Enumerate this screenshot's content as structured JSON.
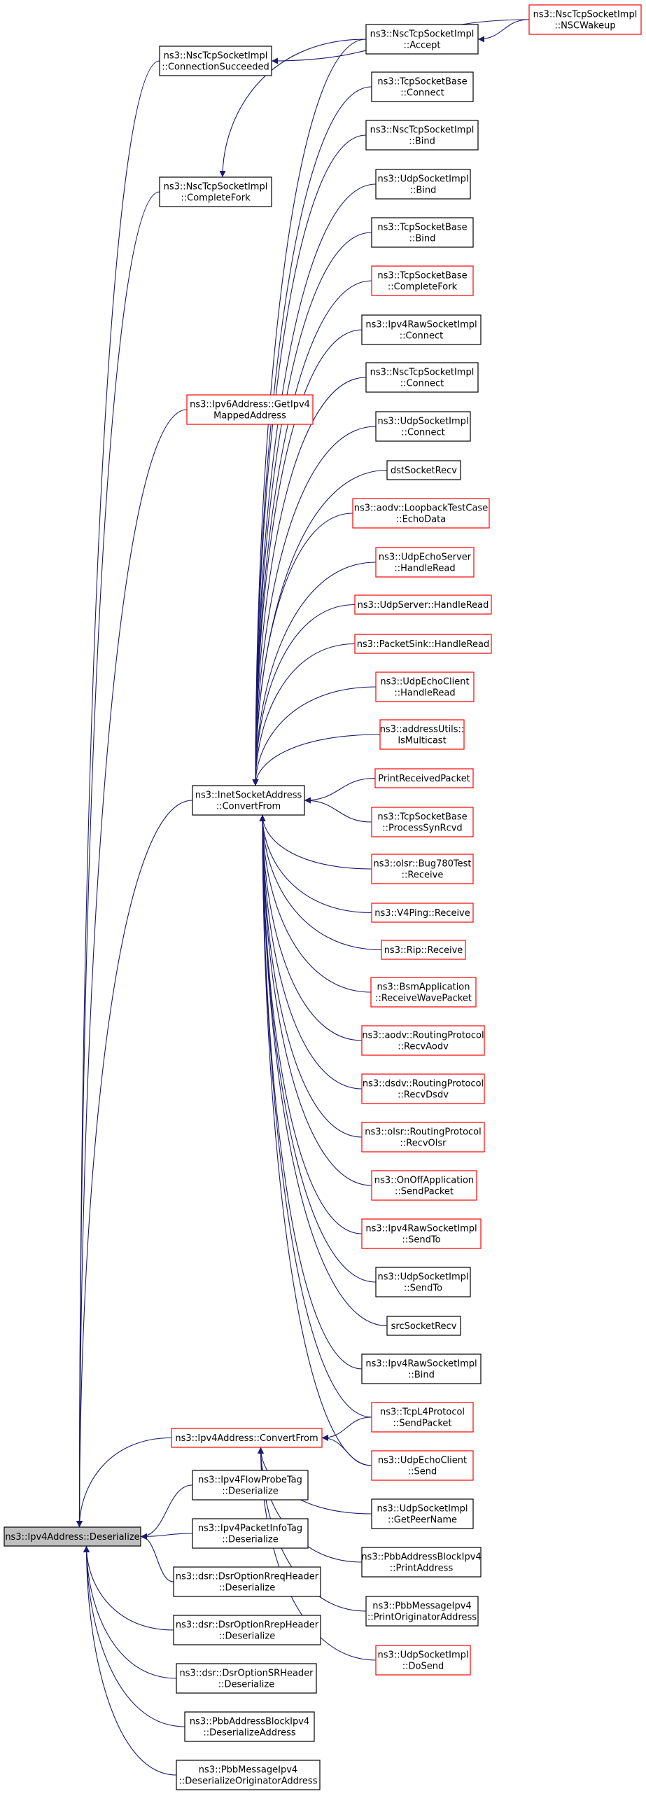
{
  "colors": {
    "edge": "#191970",
    "border_default": "#000000",
    "border_red": "#ff0000",
    "root_fill": "#bfbfbf",
    "node_fill": "#ffffff"
  },
  "nodes": [
    {
      "id": "root",
      "lines": [
        "ns3::Ipv4Address::Deserialize"
      ],
      "style": "root"
    },
    {
      "id": "nsc_wakeup",
      "lines": [
        "ns3::NscTcpSocketImpl",
        "::NSCWakeup"
      ],
      "style": "red"
    },
    {
      "id": "nsc_connsucc",
      "lines": [
        "ns3::NscTcpSocketImpl",
        "::ConnectionSucceeded"
      ],
      "style": "black"
    },
    {
      "id": "nsc_accept",
      "lines": [
        "ns3::NscTcpSocketImpl",
        "::Accept"
      ],
      "style": "black"
    },
    {
      "id": "tcp_connect",
      "lines": [
        "ns3::TcpSocketBase",
        "::Connect"
      ],
      "style": "black"
    },
    {
      "id": "nsc_bind",
      "lines": [
        "ns3::NscTcpSocketImpl",
        "::Bind"
      ],
      "style": "black"
    },
    {
      "id": "nsc_completefork",
      "lines": [
        "ns3::NscTcpSocketImpl",
        "::CompleteFork"
      ],
      "style": "black"
    },
    {
      "id": "udp_bind",
      "lines": [
        "ns3::UdpSocketImpl",
        "::Bind"
      ],
      "style": "black"
    },
    {
      "id": "tcp_bind",
      "lines": [
        "ns3::TcpSocketBase",
        "::Bind"
      ],
      "style": "black"
    },
    {
      "id": "tcp_completefork",
      "lines": [
        "ns3::TcpSocketBase",
        "::CompleteFork"
      ],
      "style": "red"
    },
    {
      "id": "ipv4raw_connect",
      "lines": [
        "ns3::Ipv4RawSocketImpl",
        "::Connect"
      ],
      "style": "black"
    },
    {
      "id": "nsc_connect",
      "lines": [
        "ns3::NscTcpSocketImpl",
        "::Connect"
      ],
      "style": "black"
    },
    {
      "id": "ipv6_getipv4",
      "lines": [
        "ns3::Ipv6Address::GetIpv4",
        "MappedAddress"
      ],
      "style": "red"
    },
    {
      "id": "udp_connect",
      "lines": [
        "ns3::UdpSocketImpl",
        "::Connect"
      ],
      "style": "black"
    },
    {
      "id": "dst_socketrecv",
      "lines": [
        "dstSocketRecv"
      ],
      "style": "black"
    },
    {
      "id": "aodv_echodata",
      "lines": [
        "ns3::aodv::LoopbackTestCase",
        "::EchoData"
      ],
      "style": "red"
    },
    {
      "id": "udpechoserver_read",
      "lines": [
        "ns3::UdpEchoServer",
        "::HandleRead"
      ],
      "style": "red"
    },
    {
      "id": "udpserver_read",
      "lines": [
        "ns3::UdpServer::HandleRead"
      ],
      "style": "red"
    },
    {
      "id": "packetsink_read",
      "lines": [
        "ns3::PacketSink::HandleRead"
      ],
      "style": "red"
    },
    {
      "id": "udpechoclient_read",
      "lines": [
        "ns3::UdpEchoClient",
        "::HandleRead"
      ],
      "style": "red"
    },
    {
      "id": "addressutils",
      "lines": [
        "ns3::addressUtils::",
        "IsMulticast"
      ],
      "style": "red"
    },
    {
      "id": "inet_convertfrom",
      "lines": [
        "ns3::InetSocketAddress",
        "::ConvertFrom"
      ],
      "style": "black"
    },
    {
      "id": "printreceived",
      "lines": [
        "PrintReceivedPacket"
      ],
      "style": "red"
    },
    {
      "id": "tcp_processsyn",
      "lines": [
        "ns3::TcpSocketBase",
        "::ProcessSynRcvd"
      ],
      "style": "red"
    },
    {
      "id": "olsr_bug780",
      "lines": [
        "ns3::olsr::Bug780Test",
        "::Receive"
      ],
      "style": "red"
    },
    {
      "id": "v4ping",
      "lines": [
        "ns3::V4Ping::Receive"
      ],
      "style": "red"
    },
    {
      "id": "rip_receive",
      "lines": [
        "ns3::Rip::Receive"
      ],
      "style": "red"
    },
    {
      "id": "bsm_app",
      "lines": [
        "ns3::BsmApplication",
        "::ReceiveWavePacket"
      ],
      "style": "red"
    },
    {
      "id": "aodv_recv",
      "lines": [
        "ns3::aodv::RoutingProtocol",
        "::RecvAodv"
      ],
      "style": "red"
    },
    {
      "id": "dsdv_recv",
      "lines": [
        "ns3::dsdv::RoutingProtocol",
        "::RecvDsdv"
      ],
      "style": "red"
    },
    {
      "id": "olsr_recv",
      "lines": [
        "ns3::olsr::RoutingProtocol",
        "::RecvOlsr"
      ],
      "style": "red"
    },
    {
      "id": "onoff_send",
      "lines": [
        "ns3::OnOffApplication",
        "::SendPacket"
      ],
      "style": "red"
    },
    {
      "id": "ipv4raw_sendto",
      "lines": [
        "ns3::Ipv4RawSocketImpl",
        "::SendTo"
      ],
      "style": "red"
    },
    {
      "id": "udp_sendto",
      "lines": [
        "ns3::UdpSocketImpl",
        "::SendTo"
      ],
      "style": "black"
    },
    {
      "id": "src_socketrecv",
      "lines": [
        "srcSocketRecv"
      ],
      "style": "black"
    },
    {
      "id": "ipv4raw_bind",
      "lines": [
        "ns3::Ipv4RawSocketImpl",
        "::Bind"
      ],
      "style": "black"
    },
    {
      "id": "tcpl4_send",
      "lines": [
        "ns3::TcpL4Protocol",
        "::SendPacket"
      ],
      "style": "red"
    },
    {
      "id": "ipv4addr_convertfrom",
      "lines": [
        "ns3::Ipv4Address::ConvertFrom"
      ],
      "style": "red"
    },
    {
      "id": "udpechoclient_send",
      "lines": [
        "ns3::UdpEchoClient",
        "::Send"
      ],
      "style": "red"
    },
    {
      "id": "ipv4flowprobe",
      "lines": [
        "ns3::Ipv4FlowProbeTag",
        "::Deserialize"
      ],
      "style": "black"
    },
    {
      "id": "udp_getpeername",
      "lines": [
        "ns3::UdpSocketImpl",
        "::GetPeerName"
      ],
      "style": "black"
    },
    {
      "id": "ipv4packetinfo",
      "lines": [
        "ns3::Ipv4PacketInfoTag",
        "::Deserialize"
      ],
      "style": "black"
    },
    {
      "id": "pbb_printaddress",
      "lines": [
        "ns3::PbbAddressBlockIpv4",
        "::PrintAddress"
      ],
      "style": "black"
    },
    {
      "id": "dsr_rreq",
      "lines": [
        "ns3::dsr::DsrOptionRreqHeader",
        "::Deserialize"
      ],
      "style": "black"
    },
    {
      "id": "pbb_printorig",
      "lines": [
        "ns3::PbbMessageIpv4",
        "::PrintOriginatorAddress"
      ],
      "style": "black"
    },
    {
      "id": "dsr_rrep",
      "lines": [
        "ns3::dsr::DsrOptionRrepHeader",
        "::Deserialize"
      ],
      "style": "black"
    },
    {
      "id": "udp_dosend",
      "lines": [
        "ns3::UdpSocketImpl",
        "::DoSend"
      ],
      "style": "red"
    },
    {
      "id": "dsr_sr",
      "lines": [
        "ns3::dsr::DsrOptionSRHeader",
        "::Deserialize"
      ],
      "style": "black"
    },
    {
      "id": "pbb_deseraddress",
      "lines": [
        "ns3::PbbAddressBlockIpv4",
        "::DeserializeAddress"
      ],
      "style": "black"
    },
    {
      "id": "pbb_deserorig",
      "lines": [
        "ns3::PbbMessageIpv4",
        "::DeserializeOriginatorAddress"
      ],
      "style": "black"
    }
  ],
  "edges": [
    [
      "nsc_wakeup",
      "nsc_connsucc"
    ],
    [
      "nsc_wakeup",
      "nsc_accept"
    ],
    [
      "nsc_accept",
      "nsc_completefork"
    ],
    [
      "nsc_connsucc",
      "root"
    ],
    [
      "nsc_completefork",
      "root"
    ],
    [
      "ipv6_getipv4",
      "root"
    ],
    [
      "inet_convertfrom",
      "root"
    ],
    [
      "ipv4addr_convertfrom",
      "root"
    ],
    [
      "ipv4flowprobe",
      "root"
    ],
    [
      "ipv4packetinfo",
      "root"
    ],
    [
      "dsr_rreq",
      "root"
    ],
    [
      "dsr_rrep",
      "root"
    ],
    [
      "dsr_sr",
      "root"
    ],
    [
      "pbb_deseraddress",
      "root"
    ],
    [
      "pbb_deserorig",
      "root"
    ],
    [
      "tcp_connect",
      "inet_convertfrom"
    ],
    [
      "nsc_bind",
      "inet_convertfrom"
    ],
    [
      "udp_bind",
      "inet_convertfrom"
    ],
    [
      "tcp_bind",
      "inet_convertfrom"
    ],
    [
      "tcp_completefork",
      "inet_convertfrom"
    ],
    [
      "ipv4raw_connect",
      "inet_convertfrom"
    ],
    [
      "nsc_connect",
      "inet_convertfrom"
    ],
    [
      "udp_connect",
      "inet_convertfrom"
    ],
    [
      "dst_socketrecv",
      "inet_convertfrom"
    ],
    [
      "aodv_echodata",
      "inet_convertfrom"
    ],
    [
      "udpechoserver_read",
      "inet_convertfrom"
    ],
    [
      "udpserver_read",
      "inet_convertfrom"
    ],
    [
      "packetsink_read",
      "inet_convertfrom"
    ],
    [
      "udpechoclient_read",
      "inet_convertfrom"
    ],
    [
      "addressutils",
      "inet_convertfrom"
    ],
    [
      "printreceived",
      "inet_convertfrom"
    ],
    [
      "tcp_processsyn",
      "inet_convertfrom"
    ],
    [
      "olsr_bug780",
      "inet_convertfrom"
    ],
    [
      "v4ping",
      "inet_convertfrom"
    ],
    [
      "rip_receive",
      "inet_convertfrom"
    ],
    [
      "bsm_app",
      "inet_convertfrom"
    ],
    [
      "aodv_recv",
      "inet_convertfrom"
    ],
    [
      "dsdv_recv",
      "inet_convertfrom"
    ],
    [
      "olsr_recv",
      "inet_convertfrom"
    ],
    [
      "onoff_send",
      "inet_convertfrom"
    ],
    [
      "ipv4raw_sendto",
      "inet_convertfrom"
    ],
    [
      "udp_sendto",
      "inet_convertfrom"
    ],
    [
      "src_socketrecv",
      "inet_convertfrom"
    ],
    [
      "ipv4raw_bind",
      "inet_convertfrom"
    ],
    [
      "tcpl4_send",
      "inet_convertfrom"
    ],
    [
      "udpechoclient_send",
      "inet_convertfrom"
    ],
    [
      "nsc_accept",
      "inet_convertfrom"
    ],
    [
      "tcpl4_send",
      "ipv4addr_convertfrom"
    ],
    [
      "udpechoclient_send",
      "ipv4addr_convertfrom"
    ],
    [
      "udp_getpeername",
      "ipv4addr_convertfrom"
    ],
    [
      "pbb_printaddress",
      "ipv4addr_convertfrom"
    ],
    [
      "pbb_printorig",
      "ipv4addr_convertfrom"
    ],
    [
      "udp_dosend",
      "ipv4addr_convertfrom"
    ]
  ]
}
